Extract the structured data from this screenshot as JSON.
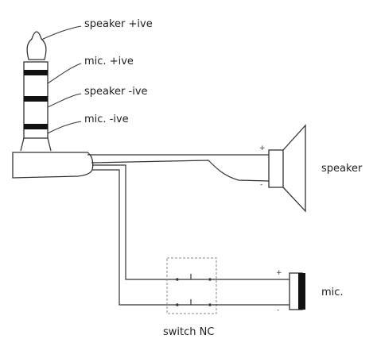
{
  "plug_labels": {
    "speaker_pos": "speaker +ive",
    "mic_pos": "mic. +ive",
    "speaker_neg": "speaker -ive",
    "mic_neg": "mic. -ive"
  },
  "speaker": {
    "label": "speaker",
    "plus": "+",
    "minus": "-"
  },
  "mic": {
    "label": "mic.",
    "plus": "+",
    "minus": "-"
  },
  "switch": {
    "label": "switch NC"
  },
  "colors": {
    "line": "#333333",
    "ring": "#111111",
    "dashed": "#888888"
  }
}
